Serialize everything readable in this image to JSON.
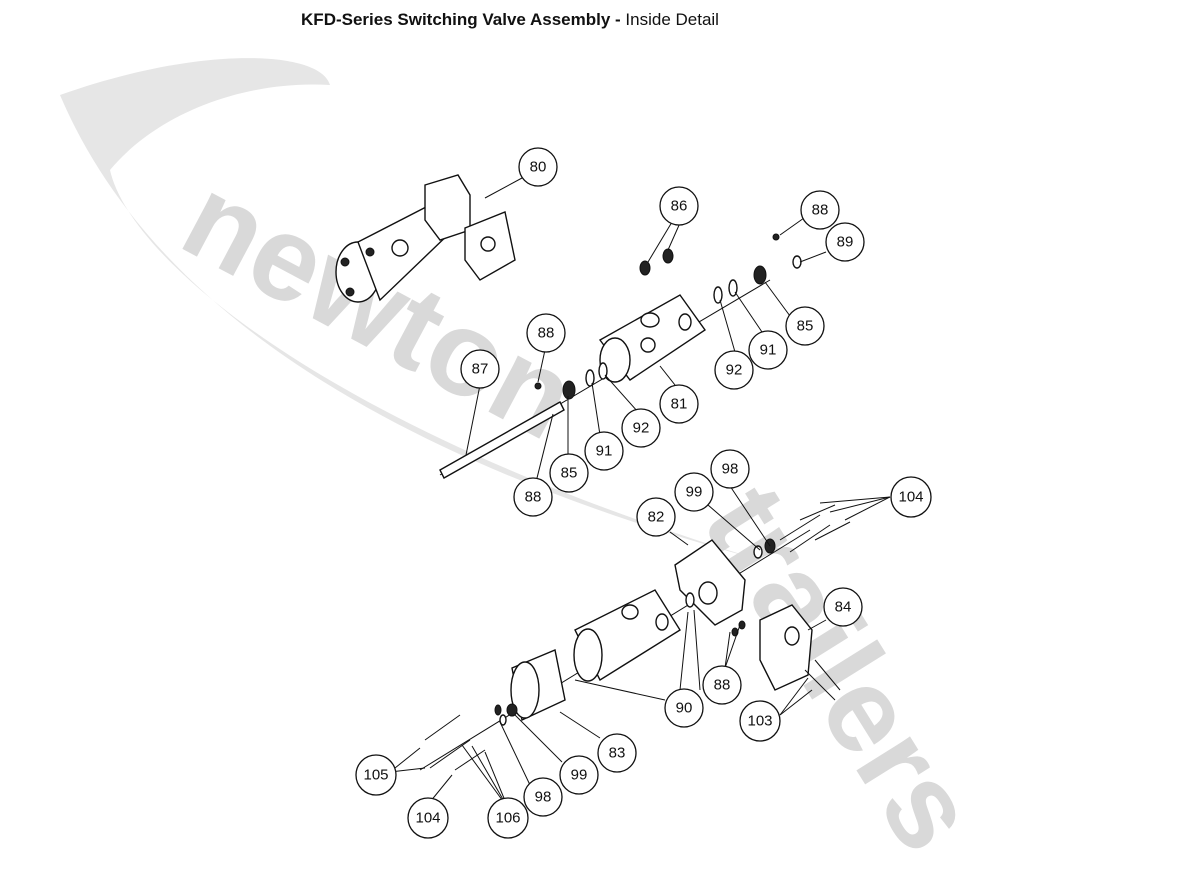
{
  "title": {
    "bold": "KFD-Series Switching Valve Assembly - ",
    "normal": "Inside Detail"
  },
  "watermark": {
    "text_top": "newton",
    "text_bottom": "trailers"
  },
  "callouts": {
    "c80": "80",
    "c86": "86",
    "c88a": "88",
    "c89": "89",
    "c85a": "85",
    "c91a": "91",
    "c92a": "92",
    "c88b": "88",
    "c87": "87",
    "c81": "81",
    "c92b": "92",
    "c91b": "91",
    "c85b": "85",
    "c88c": "88",
    "c98a": "98",
    "c99a": "99",
    "c104a": "104",
    "c82": "82",
    "c84": "84",
    "c88d": "88",
    "c90": "90",
    "c103": "103",
    "c83": "83",
    "c99b": "99",
    "c98b": "98",
    "c105": "105",
    "c106": "106",
    "c104b": "104"
  }
}
